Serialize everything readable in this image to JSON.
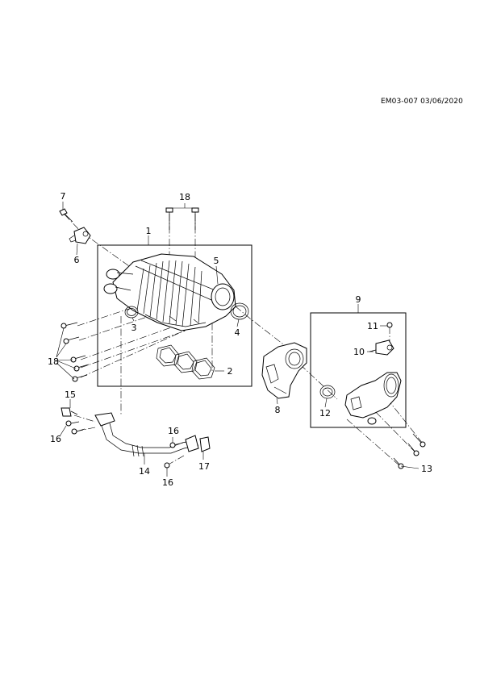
{
  "document_ref": "EM03-007 03/06/2020",
  "callouts": [
    {
      "id": "c1",
      "text": "1"
    },
    {
      "id": "c2",
      "text": "2"
    },
    {
      "id": "c3",
      "text": "3"
    },
    {
      "id": "c4",
      "text": "4"
    },
    {
      "id": "c5",
      "text": "5"
    },
    {
      "id": "c6",
      "text": "6"
    },
    {
      "id": "c7",
      "text": "7"
    },
    {
      "id": "c8",
      "text": "8"
    },
    {
      "id": "c9",
      "text": "9"
    },
    {
      "id": "c10",
      "text": "10"
    },
    {
      "id": "c11",
      "text": "11"
    },
    {
      "id": "c12",
      "text": "12"
    },
    {
      "id": "c13",
      "text": "13"
    },
    {
      "id": "c14",
      "text": "14"
    },
    {
      "id": "c15",
      "text": "15"
    },
    {
      "id": "c16a",
      "text": "16"
    },
    {
      "id": "c16b",
      "text": "16"
    },
    {
      "id": "c16c",
      "text": "16"
    },
    {
      "id": "c17",
      "text": "17"
    },
    {
      "id": "c18a",
      "text": "18"
    },
    {
      "id": "c18b",
      "text": "18"
    }
  ]
}
